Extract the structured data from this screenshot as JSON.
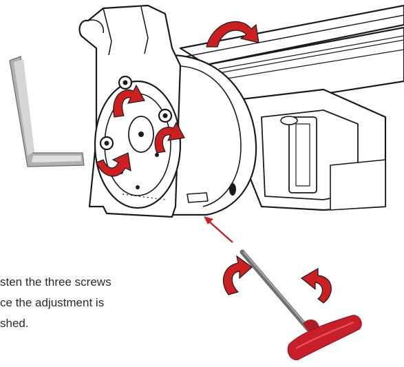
{
  "caption": {
    "line1": "sten the three screws",
    "line2": "ce the adjustment is",
    "line3": "shed."
  },
  "colors": {
    "arrow_red": "#cc1f1f",
    "tool_handle_red": "#c8202a",
    "line_art": "#1a1a1a",
    "allen_key_steel": "#9a9a9a"
  },
  "icons": {
    "rotation_arrows": "curved-rotate-arrow",
    "pointer_arrow": "straight-red-arrow"
  }
}
